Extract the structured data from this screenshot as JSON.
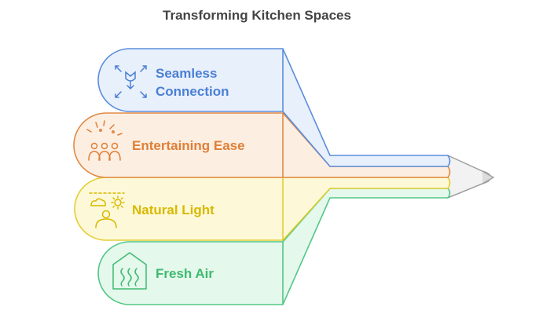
{
  "title": "Transforming Kitchen Spaces",
  "items": [
    {
      "label_lines": [
        "Seamless",
        "Connection"
      ],
      "icon": "converge-arrows-icon",
      "stroke": "#5b8ddb",
      "fill": "#e8f0fc",
      "text_color": "#4a7fd4"
    },
    {
      "label_lines": [
        "Entertaining Ease"
      ],
      "icon": "people-celebration-icon",
      "stroke": "#e08a45",
      "fill": "#fdeee2",
      "text_color": "#df7f36"
    },
    {
      "label_lines": [
        "Natural Light"
      ],
      "icon": "person-sun-icon",
      "stroke": "#e3cd33",
      "fill": "#fdf9d8",
      "text_color": "#d9b800"
    },
    {
      "label_lines": [
        "Fresh Air"
      ],
      "icon": "house-air-icon",
      "stroke": "#53c786",
      "fill": "#e4f8ec",
      "text_color": "#3fba70"
    }
  ],
  "pencil_tip": {
    "stroke": "#a0a0a0",
    "fill": "#f2f2f2"
  }
}
